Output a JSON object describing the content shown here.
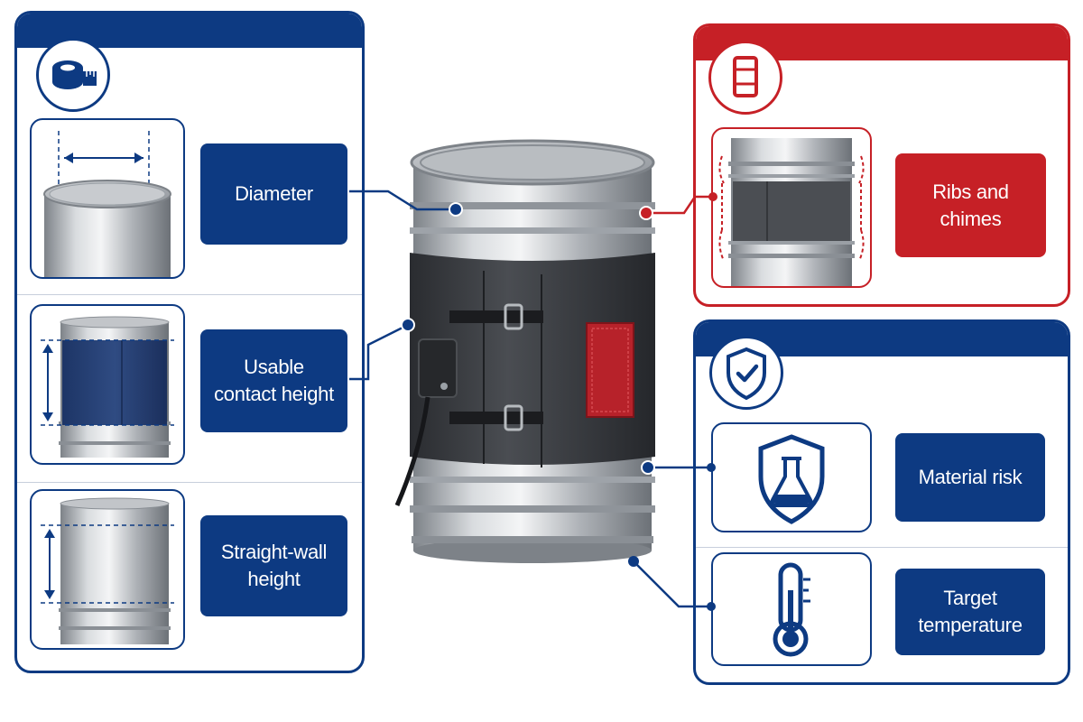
{
  "left_panel": {
    "icon": "tape-measure-icon",
    "items": [
      {
        "label": "Diameter"
      },
      {
        "label": "Usable\ncontact height"
      },
      {
        "label": "Straight-wall\nheight"
      }
    ]
  },
  "top_right_panel": {
    "icon": "drum-icon",
    "label": "Ribs and\nchimes"
  },
  "bottom_right_panel": {
    "icon": "shield-check-icon",
    "items": [
      {
        "label": "Material risk",
        "icon": "shield-flask-icon"
      },
      {
        "label": "Target\ntemperature",
        "icon": "thermometer-icon"
      }
    ]
  },
  "colors": {
    "navy": "#0d3a82",
    "red": "#c62026",
    "steel": "#a9adb3",
    "jacket": "#3a3d42"
  }
}
